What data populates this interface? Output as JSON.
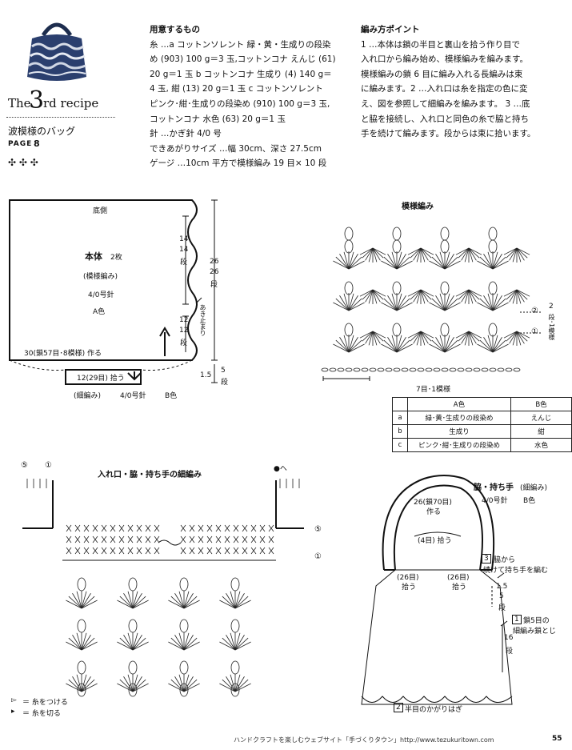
{
  "recipe": {
    "prefix": "The",
    "number": "3",
    "suffix": "rd recipe",
    "title": "波模様のバッグ",
    "page_label": "PAGE",
    "page_number": "8",
    "ornament": "✣ ✣ ✣"
  },
  "materials": {
    "heading": "用意するもの",
    "lines": [
      "糸 …a コットンソレント 緑・黄・生成りの段染",
      "め (903) 100 g＝3 玉,コットンコナ えんじ (61)",
      "20 g＝1 玉 b コットンコナ 生成り (4) 140 g＝",
      "4 玉, 紺 (13) 20 g＝1 玉 c コットンソレント",
      "ピンク･紺･生成りの段染め (910) 100 g＝3 玉,",
      "コットンコナ 水色 (63) 20 g＝1 玉",
      "針 …かぎ針 4/0 号",
      "できあがりサイズ …幅 30cm、深さ 27.5cm",
      "ゲージ …10cm 平方で模様編み 19 目× 10 段"
    ]
  },
  "points": {
    "heading": "編み方ポイント",
    "lines": [
      "1 …本体は鎖の半目と裏山を拾う作り目で",
      "入れ口から編み始め、模様編みを編みます。",
      "模様編みの鎖 6 目に編み入れる長編みは束",
      "に編みます。2 …入れ口は糸を指定の色に変",
      "え、図を参照して細編みを編みます。 3 …底",
      "と脇を接続し、入れ口と同色の糸で脇と持ち",
      "手を続けて編みます。段からは束に拾います。"
    ]
  },
  "body_diagram": {
    "bottom_side": "底側",
    "part_name": "本体",
    "part_count": "2枚",
    "stitch": "(模様編み)",
    "hook": "4/0号針",
    "color": "A色",
    "rows_14": "14",
    "rows_14b": "14",
    "rows_14_unit": "段",
    "rows_26": "26",
    "rows_26b": "26",
    "rows_26_unit": "段",
    "rows_12": "12",
    "rows_12b": "12",
    "rows_12_unit": "段",
    "open_stop": "あき止まり",
    "foundation": "30(鎖57目･8模様) 作る",
    "pickup": "12(29目) 拾う",
    "band_stitch": "(細編み)",
    "band_hook": "4/0号針",
    "band_color": "B色",
    "band_height": "1.5",
    "band_rows": "5",
    "band_rows_unit": "段"
  },
  "pattern_chart": {
    "title": "模様編み",
    "repeat": "7目･1模様",
    "marker_2": "②",
    "marker_1": "①",
    "row_repeat": "2",
    "row_repeat_unit": "段･1模様"
  },
  "yarn_table": {
    "header": [
      "",
      "A色",
      "B色"
    ],
    "rows": [
      [
        "a",
        "緑･黄･生成りの段染め",
        "えんじ"
      ],
      [
        "b",
        "生成り",
        "紺"
      ],
      [
        "c",
        "ピンク･紺･生成りの段染め",
        "水色"
      ]
    ]
  },
  "edge_chart": {
    "title": "入れ口・脇・持ち手の細編み",
    "marker_5_left": "⑤",
    "marker_1_left": "①",
    "marker_5_right": "⑤",
    "marker_1_right": "①",
    "marker_top_right": "●へ",
    "legend_attach_symbol": "▻",
    "legend_attach": "＝ 糸をつける",
    "legend_cut_symbol": "▸",
    "legend_cut": "＝ 糸を切る"
  },
  "handle_diagram": {
    "title": "脇・持ち手",
    "stitch": "(細編み)",
    "hook": "4/0号針",
    "color": "B色",
    "chain": "26(鎖70目)",
    "chain_make": "作る",
    "pick4": "(4目) 拾う",
    "pick26_left": "(26目)",
    "pick26_left_b": "拾う",
    "pick26_right": "(26目)",
    "pick26_right_b": "拾う",
    "note3_num": "3",
    "note3_a": "脇から",
    "note3_b": "続けて持ち手を編む",
    "h_15": "1.5",
    "h_5": "5",
    "h_5_unit": "段",
    "note1_num": "1",
    "note1_a": "鎖5目の",
    "note1_b": "細編み鎖とじ",
    "h_16": "16",
    "h_16_unit": "段",
    "note2_num": "2",
    "note2": "半目のかがりはぎ"
  },
  "footer": {
    "text": "ハンドクラフトを楽しむウェブサイト「手づくりタウン」http://www.tezukuritown.com",
    "page": "55"
  }
}
